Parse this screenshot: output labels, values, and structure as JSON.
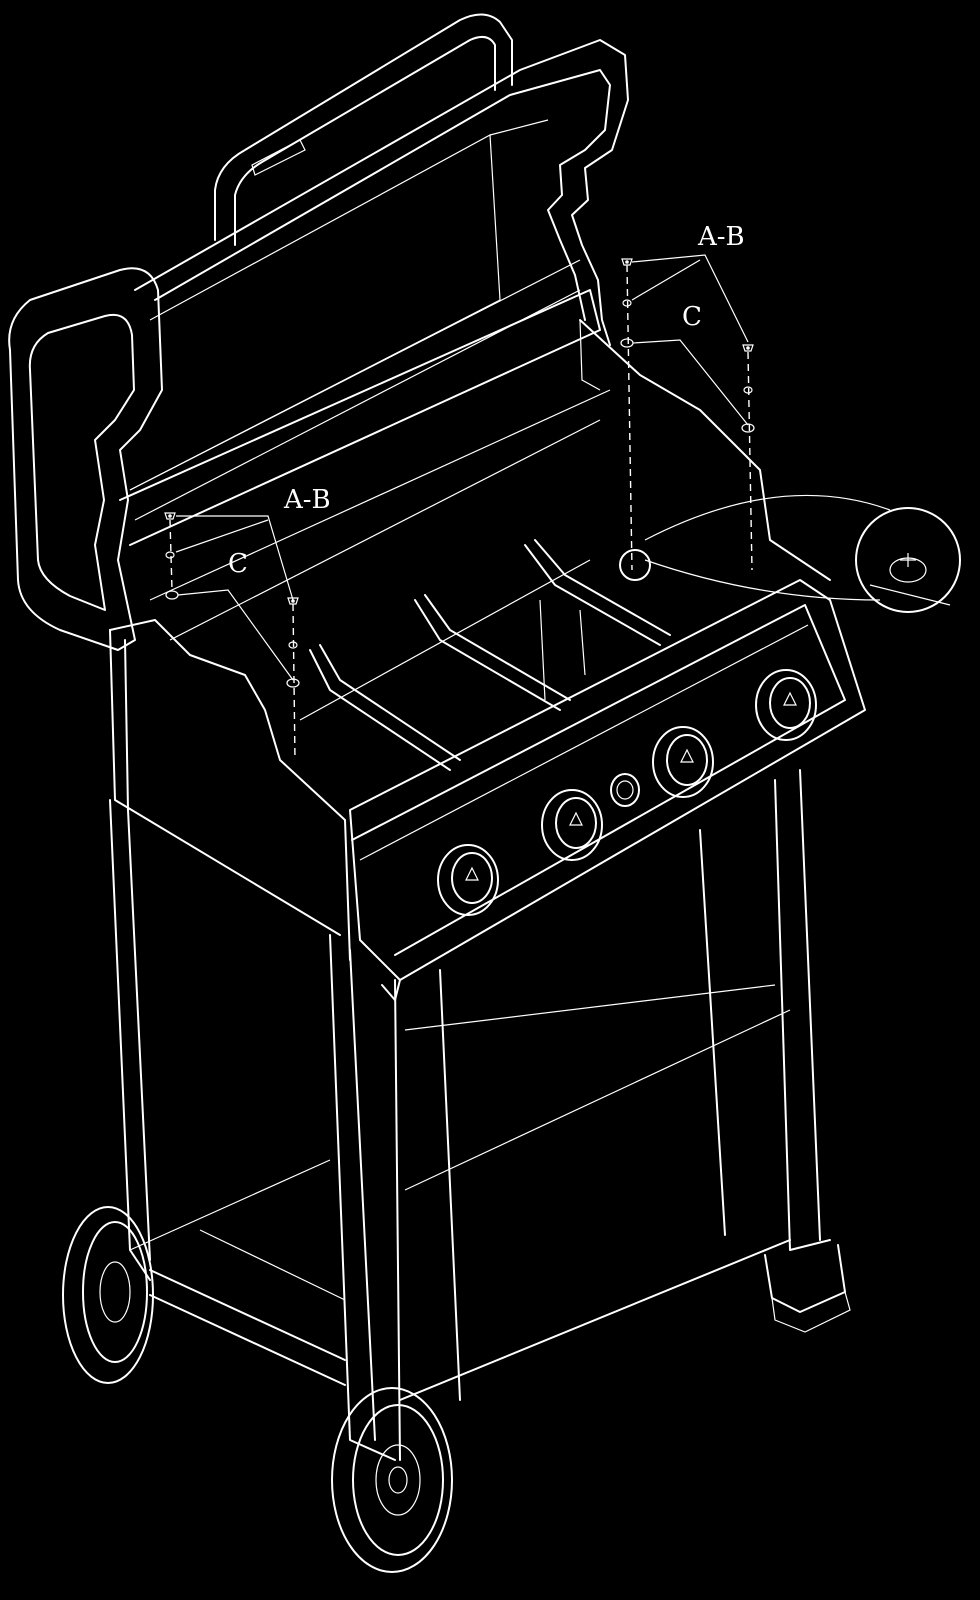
{
  "callouts": {
    "right_ab": "A-B",
    "right_c": "C",
    "left_ab": "A-B",
    "left_c": "C"
  },
  "colors": {
    "background": "#000000",
    "line": "#ffffff"
  }
}
